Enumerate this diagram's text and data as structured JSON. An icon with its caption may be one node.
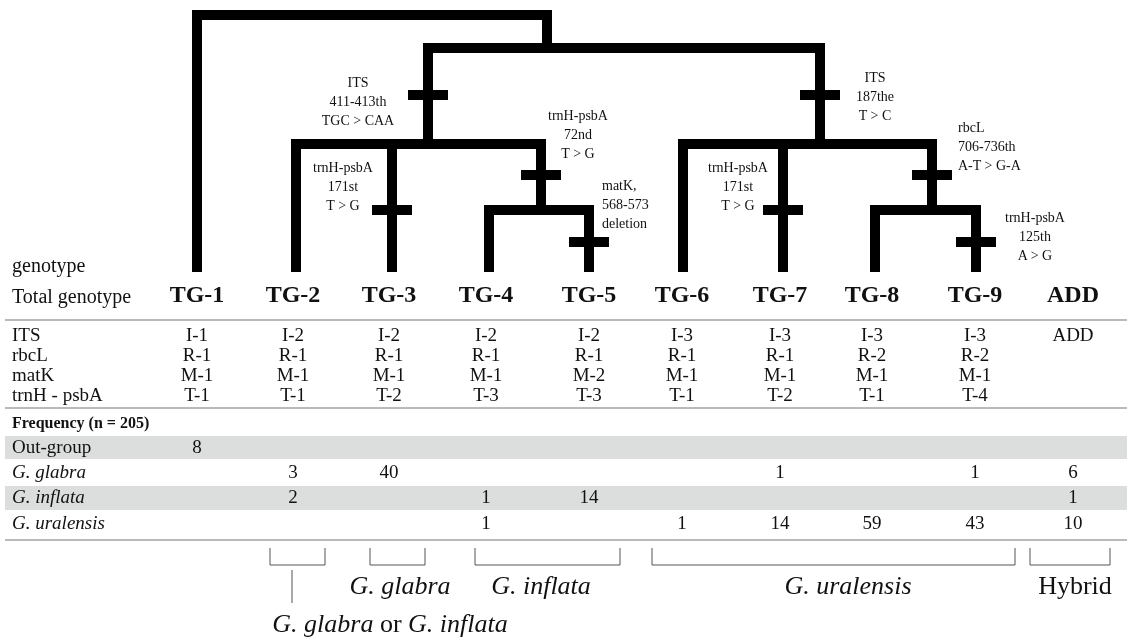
{
  "diagram": {
    "labels": [
      "ITS 411-413th TGC > CAA",
      "ITS 187the T > C",
      "trnH-psbA 72nd T > G",
      "rbcL 706-736th A-T > G-A",
      "trnH-psbA 171st T > G",
      "matK, 568-573 deletion",
      "trnH-psbA 171st T > G",
      "trnH-psbA 125th A > G",
      "genotype",
      "Total genotype",
      "TG-1",
      "TG-2",
      "TG-3",
      "TG-4",
      "TG-5",
      "TG-6",
      "TG-7",
      "TG-8",
      "TG-9",
      "ADD",
      "ITS",
      "I-1",
      "I-2",
      "I-2",
      "I-2",
      "I-2",
      "I-3",
      "I-3",
      "I-3",
      "I-3",
      "ADD",
      "rbcL",
      "R-1",
      "R-1",
      "R-1",
      "R-1",
      "R-1",
      "R-1",
      "R-1",
      "R-2",
      "R-2",
      "matK",
      "M-1",
      "M-1",
      "M-1",
      "M-1",
      "M-2",
      "M-1",
      "M-1",
      "M-1",
      "M-1",
      "trnH - psbA",
      "T-1",
      "T-1",
      "T-2",
      "T-3",
      "T-3",
      "T-1",
      "T-2",
      "T-1",
      "T-4",
      "Frequency (n = 205)",
      "Out-group",
      "8",
      "G. glabra",
      "3",
      "40",
      "1",
      "1",
      "6",
      "G. inflata",
      "2",
      "1",
      "14",
      "1",
      "G. uralensis",
      "1",
      "1",
      "14",
      "59",
      "43",
      "10",
      "G. glabra",
      "G. inflata",
      "G. uralensis",
      "Hybrid",
      "*G. glabra* or *G. inflata*"
    ]
  }
}
